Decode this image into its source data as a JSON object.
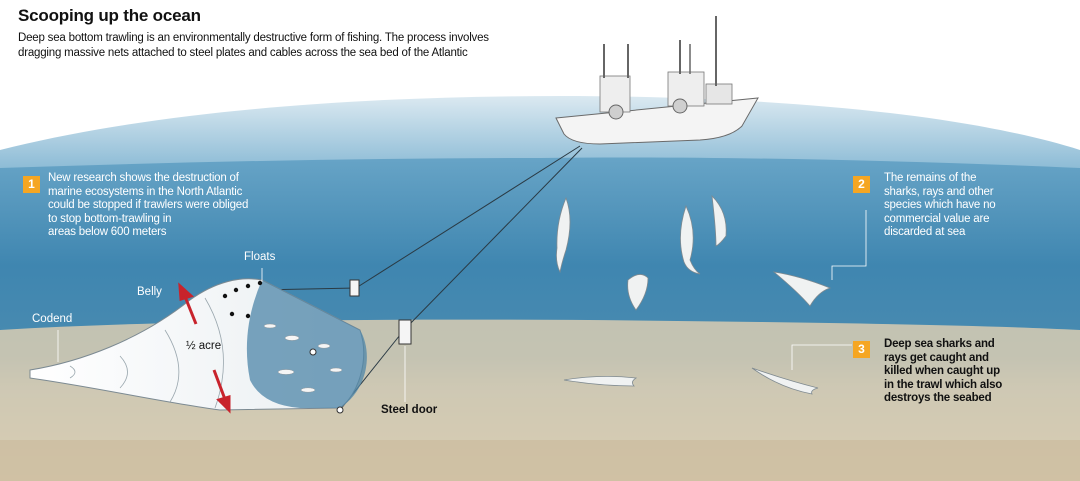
{
  "header": {
    "title": "Scooping up the ocean",
    "description_line1": "Deep sea bottom trawling is an environmentally destructive form of fishing. The process involves",
    "description_line2": "dragging massive nets attached to steel plates and cables across the sea bed of the Atlantic"
  },
  "facts": [
    {
      "number": "1",
      "lines": [
        "New research shows the destruction of",
        "marine ecosystems in the North Atlantic",
        "could be stopped if trawlers were obliged",
        "to stop bottom-trawling in",
        "areas below 600 meters"
      ]
    },
    {
      "number": "2",
      "lines": [
        "The remains of the",
        "sharks, rays and other",
        "species which have no",
        "commercial value are",
        "discarded at sea"
      ]
    },
    {
      "number": "3",
      "lines": [
        "Deep sea sharks and",
        "rays get caught and",
        "killed when caught up",
        "in the trawl which also",
        "destroys the seabed"
      ]
    }
  ],
  "labels": {
    "floats": "Floats",
    "belly": "Belly",
    "codend": "Codend",
    "area": "½ acre",
    "steel_door": "Steel door"
  },
  "colors": {
    "sky": "#ffffff",
    "water_surface": "#b8d6e6",
    "water_deep": "#3a7fa8",
    "seabed": "#d8cbb0",
    "badge": "#f5a623",
    "arrow": "#c8232c"
  }
}
